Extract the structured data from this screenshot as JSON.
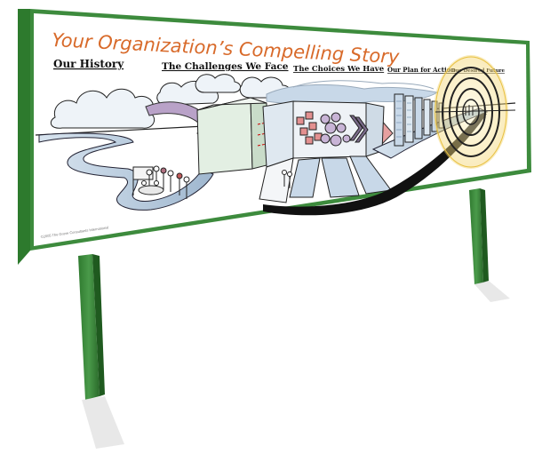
{
  "billboard": {
    "title": "Your Organization’s Compelling Story",
    "sections": [
      {
        "label": "Our History"
      },
      {
        "label": "The Challenges We Face"
      },
      {
        "label": "The Choices We Have"
      },
      {
        "label": "Our Plan for Action"
      },
      {
        "label": "Our Desired Future"
      }
    ],
    "copyright": "©2005 The Grove Consultants International"
  },
  "colors": {
    "frame_green": "#3d8b3d",
    "title_orange": "#d86a2a",
    "sky_blue": "#c8d8e8",
    "arrow_purple": "#b9a2c8",
    "arrow_pink": "#e6a0a0",
    "sun_yellow": "#f2d36a"
  }
}
